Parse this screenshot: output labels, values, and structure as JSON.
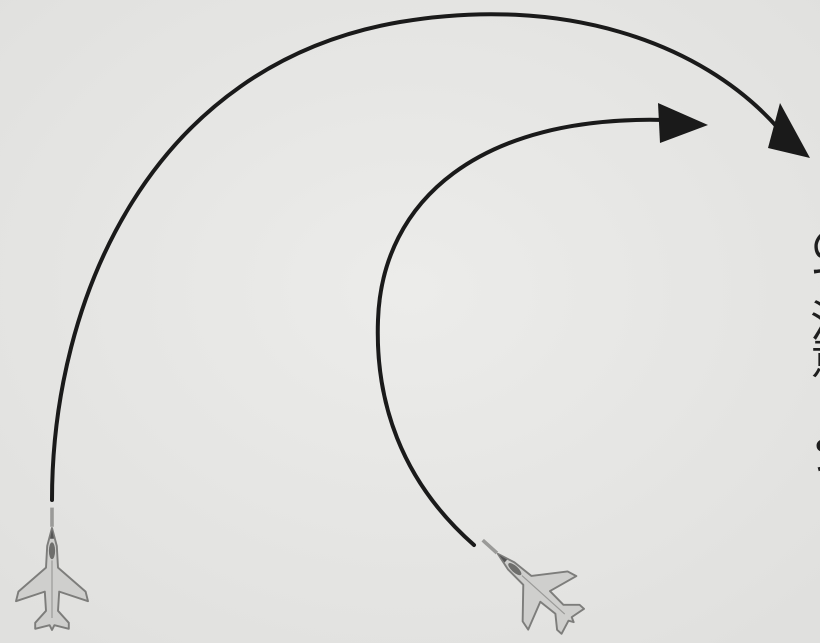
{
  "diagram": {
    "side_text": "のて注意しよう",
    "arrows": [
      {
        "name": "outer-turn-arrow",
        "style": "wide arc"
      },
      {
        "name": "inner-turn-arrow",
        "style": "tight arc"
      }
    ],
    "aircraft": [
      {
        "name": "jet-left",
        "heading": "north"
      },
      {
        "name": "jet-right",
        "heading": "north-west"
      }
    ],
    "colors": {
      "background": "#e7e7e5",
      "arrow": "#1a1a1a",
      "aircraft_fill": "#cfcfcd",
      "aircraft_stroke": "#7d7d7b",
      "text": "#1e1e1e"
    }
  }
}
